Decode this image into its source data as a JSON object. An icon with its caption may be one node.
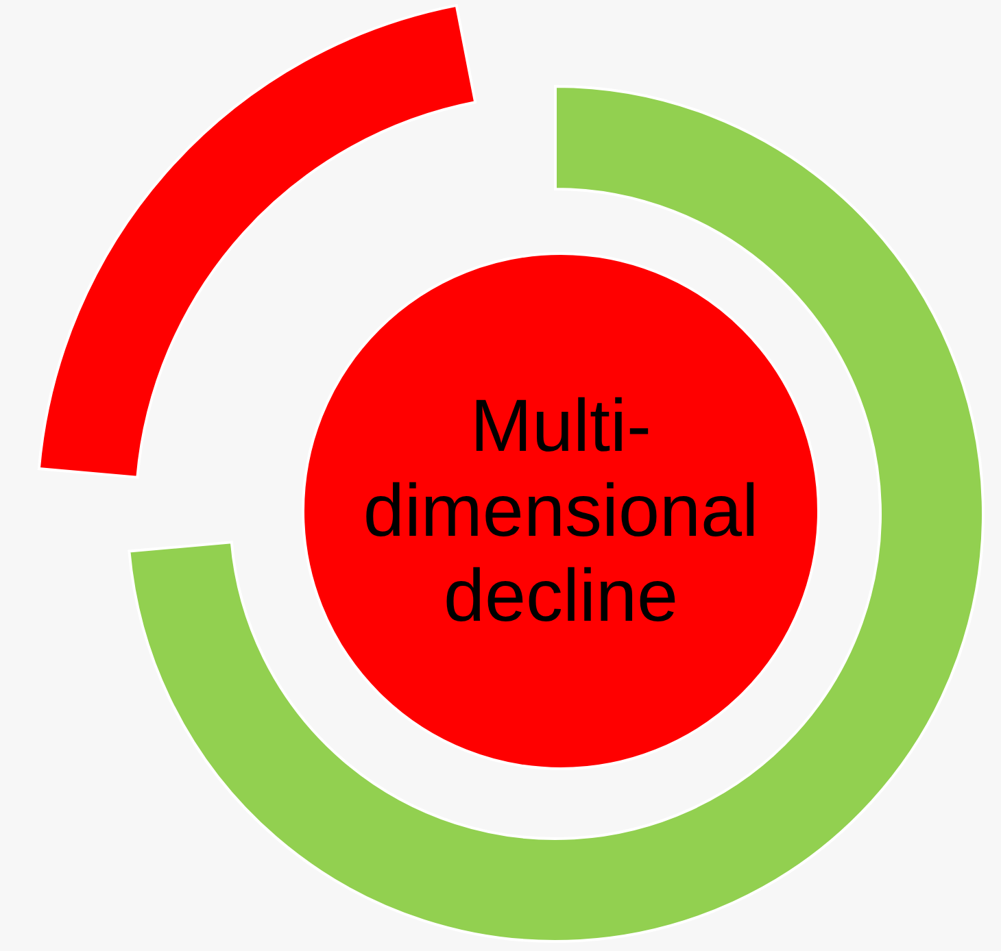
{
  "diagram": {
    "nodes": [
      {
        "text": [],
        "shape": "arc"
      },
      {
        "text": [],
        "shape": "arc"
      },
      {
        "text": [
          "Multi-dimensional decline"
        ]
      }
    ]
  }
}
